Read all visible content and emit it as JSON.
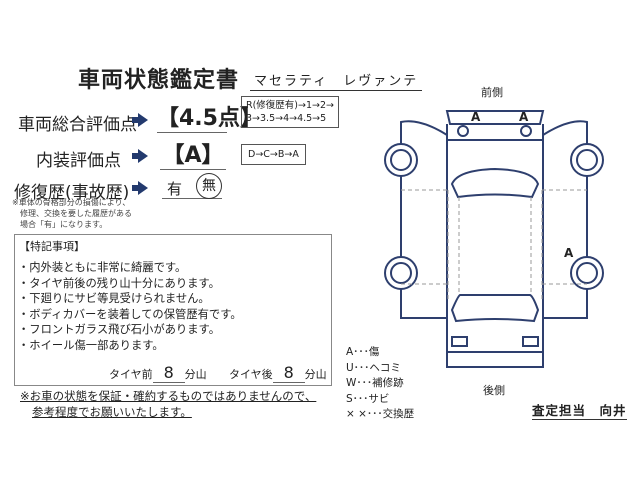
{
  "title": "車両状態鑑定書",
  "model": "マセラティ　レヴァンテ",
  "overall": {
    "label": "車両総合評価点",
    "value": "【4.5点】",
    "scale_line1": "R(修復歴有)→1→2→",
    "scale_line2": "3→3.5→4→4.5→5"
  },
  "interior": {
    "label": "内装評価点",
    "value": "【A】",
    "scale": "D→C→B→A"
  },
  "repair": {
    "label": "修復歴(事故歴)",
    "option_yes": "有",
    "option_no": "無",
    "selected": "無",
    "note": [
      "※車体の骨格部分の損傷により、",
      "修理、交換を要した履歴がある",
      "場合「有」になります。"
    ]
  },
  "remarks": {
    "heading": "【特記事項】",
    "items": [
      "・内外装ともに非常に綺麗です。",
      "・タイヤ前後の残り山十分にあります。",
      "・下廻りにサビ等見受けられません。",
      "・ボディカバーを装着しての保管歴有です。",
      "・フロントガラス飛び石小があります。",
      "・ホイール傷一部あります。"
    ],
    "tire_front_label": "タイヤ前",
    "tire_front_value": "8",
    "tire_rear_label": "タイヤ後",
    "tire_rear_value": "8",
    "unit": "分山"
  },
  "disclaimer": [
    "※お車の状態を保証・確約するものではありませんので、",
    "参考程度でお願いいたします。"
  ],
  "diagram": {
    "front_label": "前側",
    "rear_label": "後側",
    "marks": [
      "A",
      "A",
      "A"
    ],
    "line_color": "#2e3f6e"
  },
  "legend": [
    "A･･･傷",
    "U･･･ヘコミ",
    "W･･･補修跡",
    "S･･･サビ",
    "× ×･･･交換歴"
  ],
  "inspector": "査定担当　向井"
}
